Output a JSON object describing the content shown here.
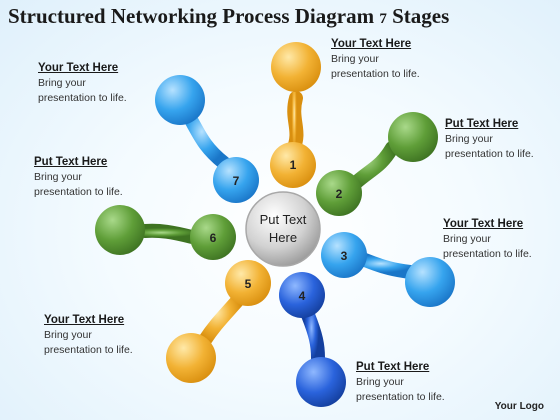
{
  "title": {
    "main": "Structured Networking Process Diagram",
    "stage_num": "7",
    "suffix": "Stages"
  },
  "hub": {
    "line1": "Put Text",
    "line2": "Here"
  },
  "stages": [
    {
      "number": "1",
      "color": "orange"
    },
    {
      "number": "2",
      "color": "green"
    },
    {
      "number": "3",
      "color": "blue"
    },
    {
      "number": "4",
      "color": "blue"
    },
    {
      "number": "5",
      "color": "orange"
    },
    {
      "number": "6",
      "color": "green"
    },
    {
      "number": "7",
      "color": "blue"
    }
  ],
  "callouts": [
    {
      "heading": "Your Text Here",
      "body": "Bring your presentation to life."
    },
    {
      "heading": "Put Text Here",
      "body": "Bring your presentation to life."
    },
    {
      "heading": "Your Text Here",
      "body": "Bring your presentation to life."
    },
    {
      "heading": "Put Text Here",
      "body": "Bring your presentation to life."
    },
    {
      "heading": "Your Text Here",
      "body": "Bring your presentation to life."
    },
    {
      "heading": "Put Text Here",
      "body": "Bring your presentation to life."
    },
    {
      "heading": "Your Text Here",
      "body": "Bring your presentation to life."
    }
  ],
  "colors": {
    "orange": "#f2b234",
    "green": "#5f9e38",
    "blue": "#36a4ee",
    "hub": "#bfbfbf"
  },
  "logo": "Your Logo"
}
